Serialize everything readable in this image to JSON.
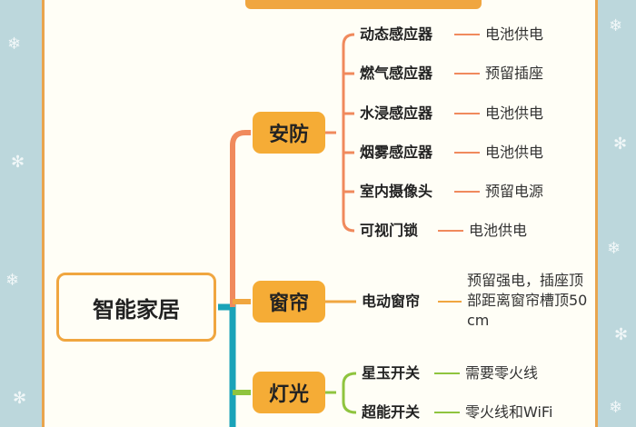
{
  "colors": {
    "background": "#bcd7dc",
    "paper": "#fffef6",
    "accent": "#f0a640",
    "branch_security": "#f08a5d",
    "branch_curtain": "#f0a640",
    "branch_light": "#8fc43f",
    "trunk": "#1aa3b8"
  },
  "root": {
    "label": "智能家居"
  },
  "categories": [
    {
      "label": "安防",
      "items": [
        {
          "label": "动态感应器",
          "leaf": "电池供电"
        },
        {
          "label": "燃气感应器",
          "leaf": "预留插座"
        },
        {
          "label": "水浸感应器",
          "leaf": "电池供电"
        },
        {
          "label": "烟雾感应器",
          "leaf": "电池供电"
        },
        {
          "label": "室内摄像头",
          "leaf": "预留电源"
        },
        {
          "label": "可视门锁",
          "leaf": "电池供电"
        }
      ]
    },
    {
      "label": "窗帘",
      "items": [
        {
          "label": "电动窗帘",
          "leaf": "预留强电，插座顶部距离窗帘槽顶50cm"
        }
      ]
    },
    {
      "label": "灯光",
      "items": [
        {
          "label": "星玉开关",
          "leaf": "需要零火线"
        },
        {
          "label": "超能开关",
          "leaf": "零火线和WiFi"
        }
      ]
    }
  ]
}
